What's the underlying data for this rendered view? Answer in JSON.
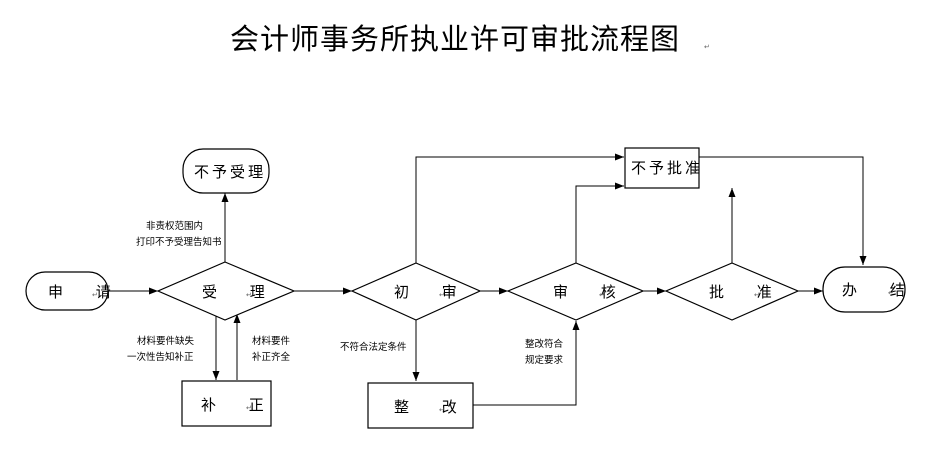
{
  "title": "会计师事务所执业许可审批流程图",
  "para_mark": "↵",
  "nodes": {
    "apply": "申 请",
    "accept": "受 理",
    "reject_accept": "不予受理",
    "supplement": "补 正",
    "initial_review": "初 审",
    "rectify": "整 改",
    "review": "审 核",
    "approve": "批 准",
    "reject_approve": "不予批准",
    "complete": "办 结"
  },
  "notes": {
    "out_of_scope": [
      "非责权范围内",
      "打印不予受理告知书"
    ],
    "materials_missing": [
      "材料要件缺失",
      "一次性告知补正"
    ],
    "materials_complete": [
      "材料要件",
      "补正齐全"
    ],
    "not_compliant": "不符合法定条件",
    "rectified": [
      "整改符合",
      "规定要求"
    ]
  },
  "colors": {
    "line": "#000000",
    "fill": "#ffffff",
    "text": "#000000"
  }
}
